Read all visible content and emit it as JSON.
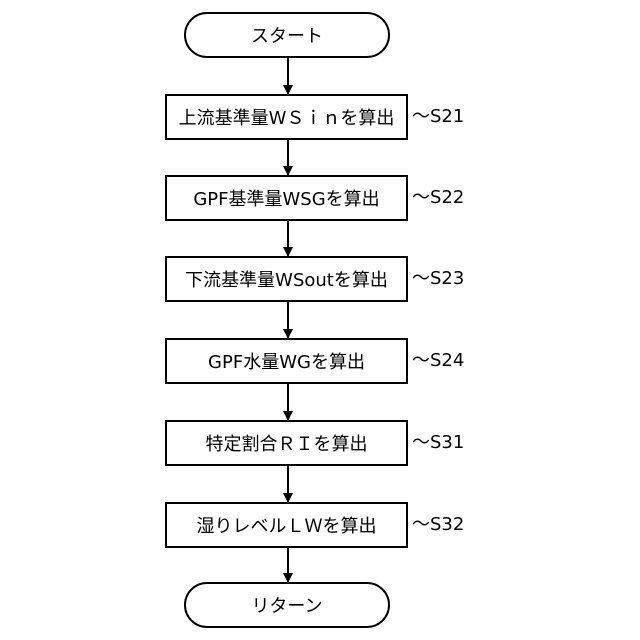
{
  "flowchart": {
    "start": {
      "label": "スタート"
    },
    "steps": [
      {
        "label": "上流基準量WＳｉｎを算出",
        "id": "S21"
      },
      {
        "label": "GPF基準量WSGを算出",
        "id": "S22"
      },
      {
        "label": "下流基準量WSoutを算出",
        "id": "S23"
      },
      {
        "label": "GPF水量WGを算出",
        "id": "S24"
      },
      {
        "label": "特定割合ＲＩを算出",
        "id": "S31"
      },
      {
        "label": "湿りレベルＬＷを算出",
        "id": "S32"
      }
    ],
    "end": {
      "label": "リターン"
    },
    "leader_glyph": "〜"
  }
}
